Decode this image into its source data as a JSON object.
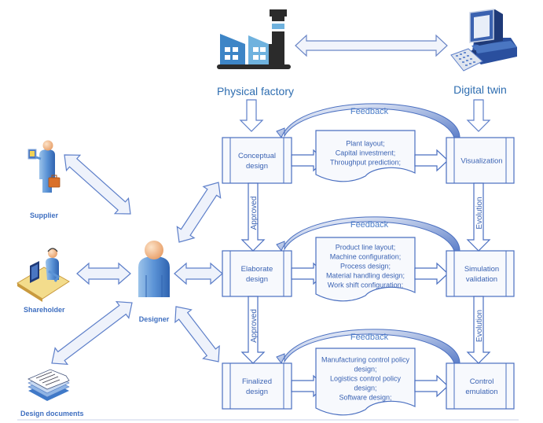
{
  "title": "Digital-twin-based factory design workflow",
  "top": {
    "physical_factory": "Physical factory",
    "digital_twin": "Digital twin"
  },
  "actors": {
    "supplier": "Supplier",
    "shareholder": "Shareholder",
    "designer": "Designer",
    "design_documents": "Design documents"
  },
  "stages": [
    {
      "design": [
        "Conceptual",
        "design"
      ],
      "outputs": [
        "Plant layout;",
        "Capital investment;",
        "Throughput prediction;"
      ],
      "twin": [
        "Visualization"
      ],
      "feedback": "Feedback"
    },
    {
      "design": [
        "Elaborate",
        "design"
      ],
      "outputs": [
        "Product line layout;",
        "Machine configuration;",
        "Process design;",
        "Material handling design;",
        "Work shift configuration;"
      ],
      "twin": [
        "Simulation",
        "validation"
      ],
      "feedback": "Feedback"
    },
    {
      "design": [
        "Finalized",
        "design"
      ],
      "outputs": [
        "Manufacturing control policy",
        "design;",
        "Logistics control policy",
        "design;",
        "Software design;"
      ],
      "twin": [
        "Control",
        "emulation"
      ],
      "feedback": "Feedback"
    }
  ],
  "transitions": {
    "left": [
      "Approved",
      "Approved"
    ],
    "right": [
      "Evolution",
      "Evolution"
    ]
  },
  "colors": {
    "line": "#4a6fc0",
    "fill": "#eef2fb",
    "text": "#3b63b3",
    "label_blue": "#2e6db0",
    "factory_dark": "#2b2b2b",
    "factory_blue": "#3d85c6",
    "factory_light": "#6fb2de"
  }
}
